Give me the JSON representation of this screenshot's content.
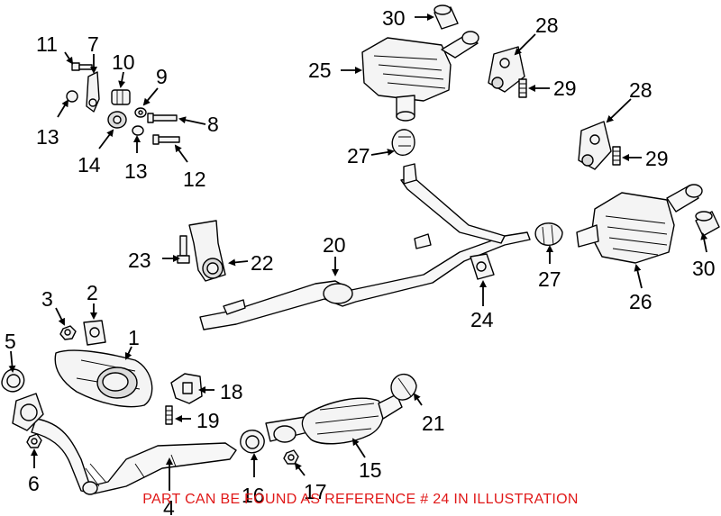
{
  "callouts": {
    "c1": "1",
    "c2": "2",
    "c3": "3",
    "c4": "4",
    "c5": "5",
    "c6": "6",
    "c7": "7",
    "c8": "8",
    "c9": "9",
    "c10": "10",
    "c11": "11",
    "c12": "12",
    "c13a": "13",
    "c13b": "13",
    "c14": "14",
    "c15": "15",
    "c16": "16",
    "c17": "17",
    "c18": "18",
    "c19": "19",
    "c20": "20",
    "c21": "21",
    "c22": "22",
    "c23": "23",
    "c24": "24",
    "c25": "25",
    "c26": "26",
    "c27a": "27",
    "c27b": "27",
    "c28a": "28",
    "c28b": "28",
    "c29a": "29",
    "c29b": "29",
    "c30a": "30",
    "c30b": "30"
  },
  "footnote": "PART CAN BE FOUND AS REFERENCE # 24 IN ILLUSTRATION",
  "colors": {
    "footnote": "#e01818",
    "line": "#000000",
    "part_fill": "#f4f4f4"
  }
}
